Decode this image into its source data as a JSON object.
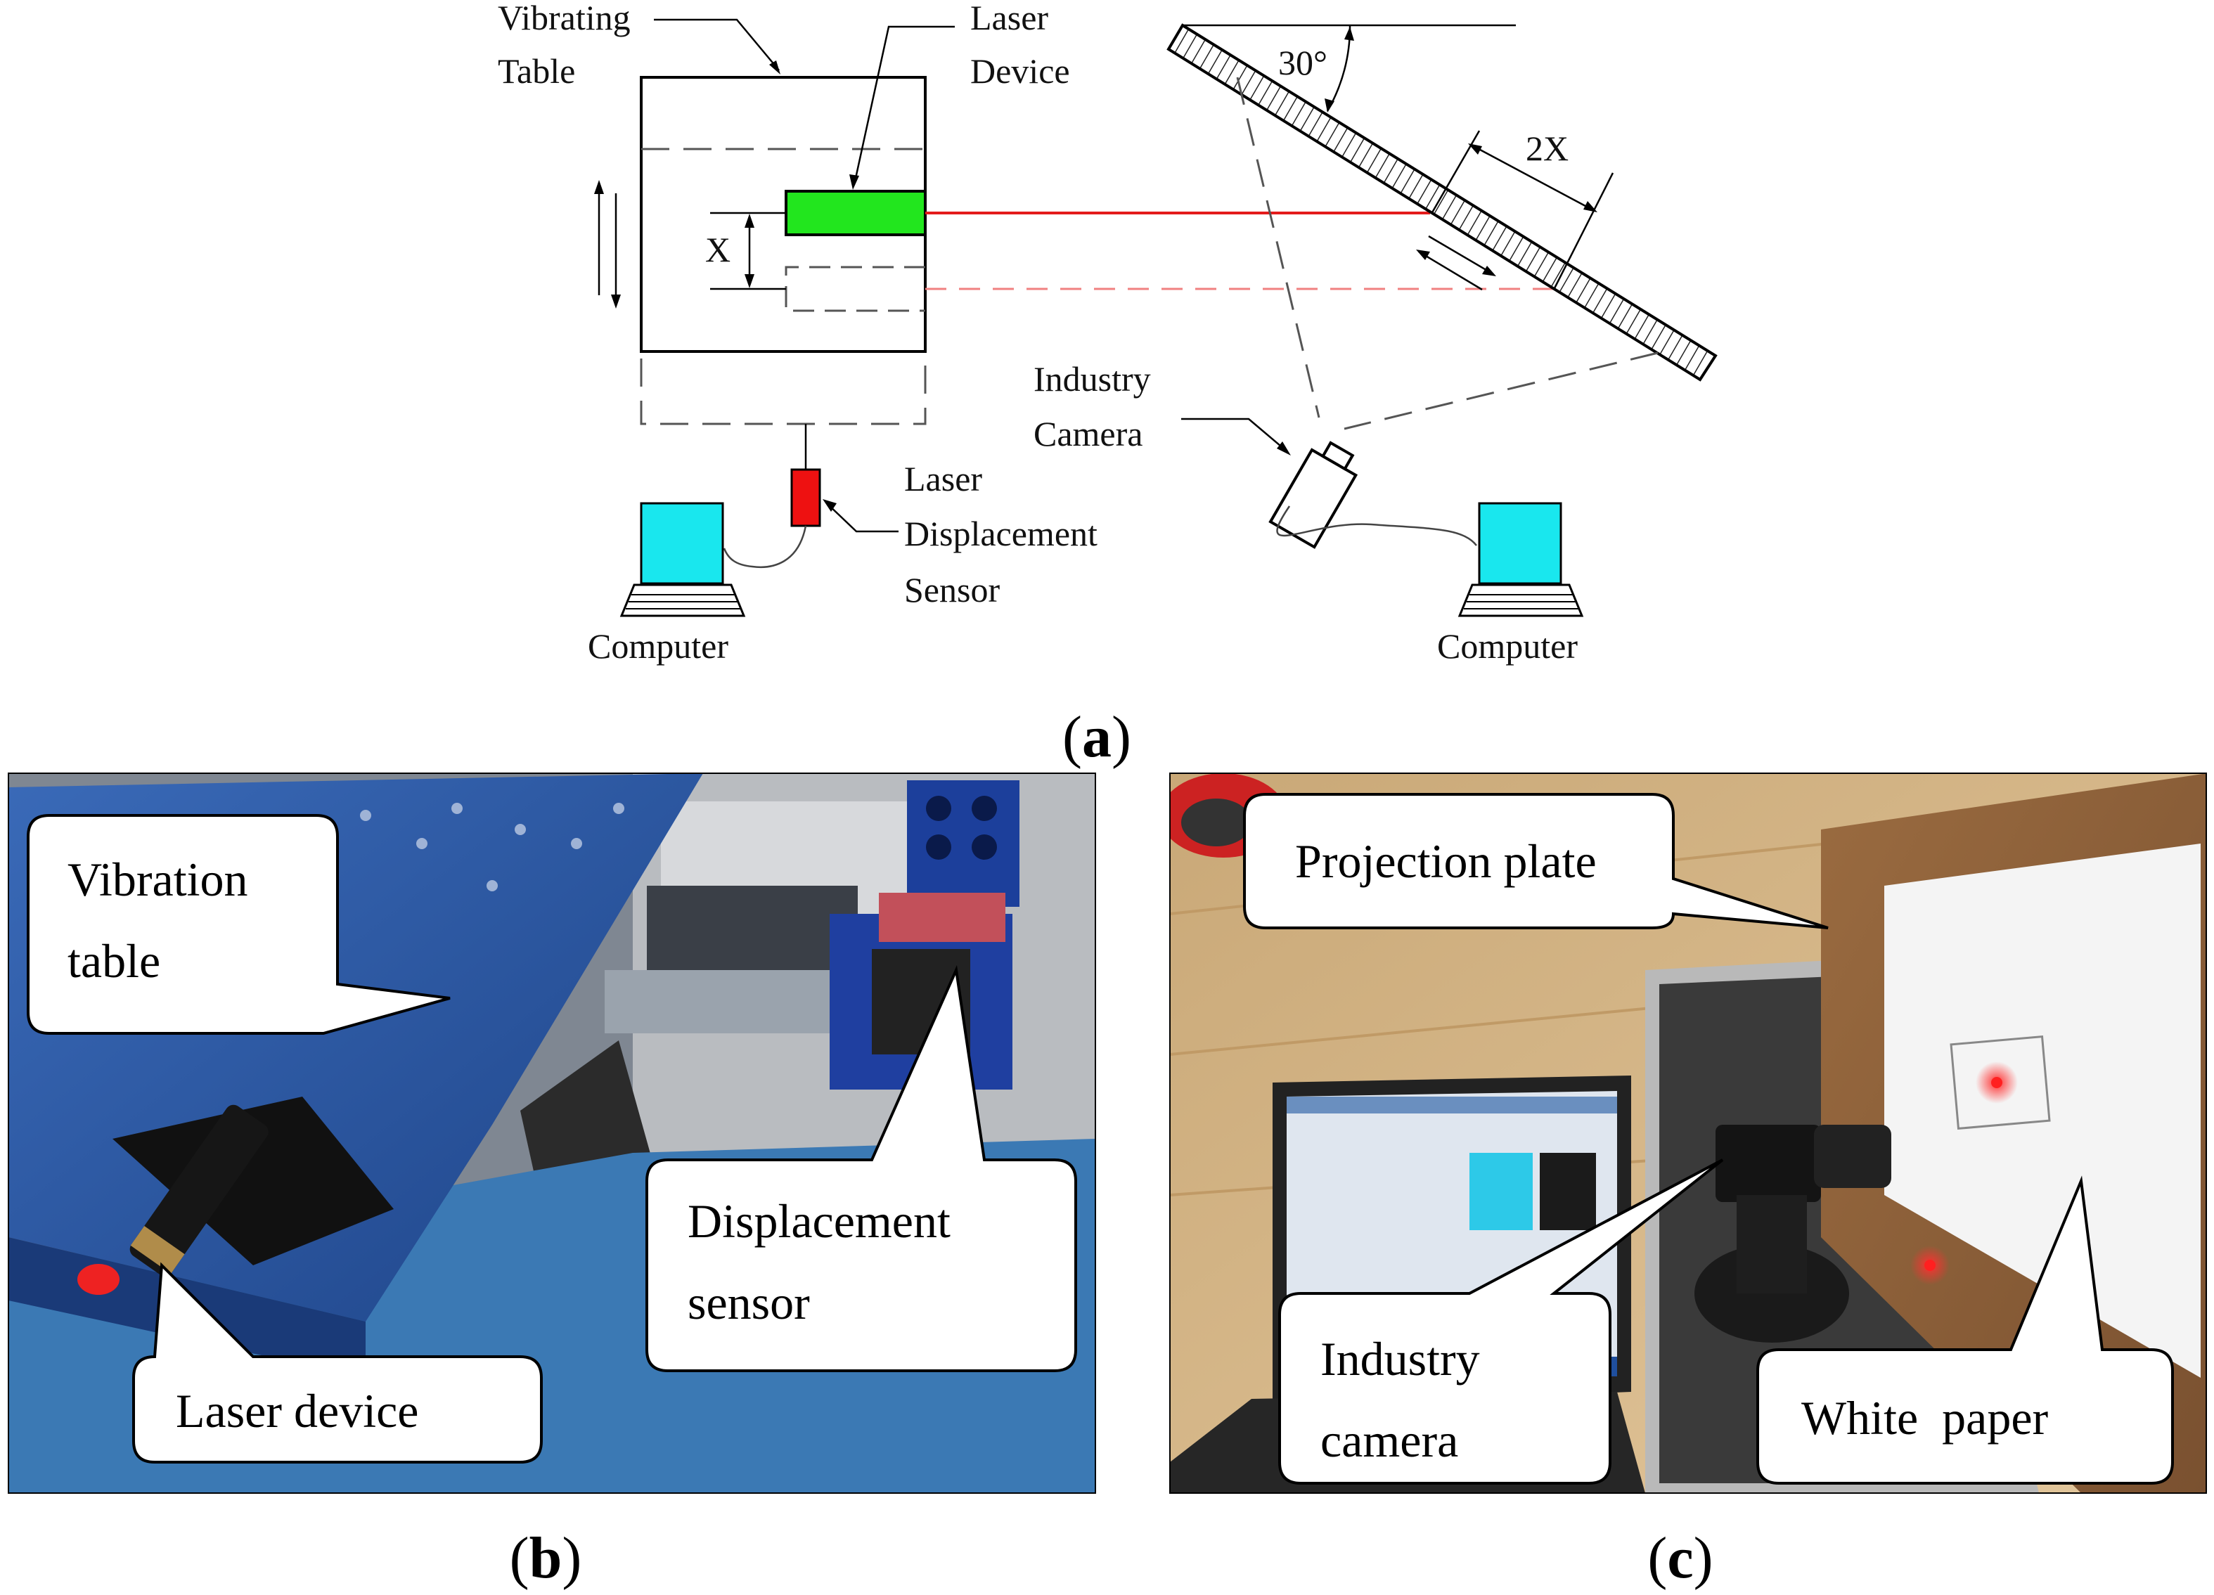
{
  "panel_a": {
    "vibrating_table_line1": "Vibrating",
    "vibrating_table_line2": "Table",
    "laser_device_line1": "Laser",
    "laser_device_line2": "Device",
    "x_label": "X",
    "angle_label": "30°",
    "two_x_label": "2X",
    "industry_camera_line1": "Industry",
    "industry_camera_line2": "Camera",
    "lds_line1": "Laser",
    "lds_line2": "Displacement",
    "lds_line3": "Sensor",
    "computer_left": "Computer",
    "computer_right": "Computer",
    "caption": "a"
  },
  "panel_b": {
    "vibration_table_line1": "Vibration",
    "vibration_table_line2": "table",
    "displacement_sensor_line1": "Displacement",
    "displacement_sensor_line2": "sensor",
    "laser_device": "Laser device",
    "caption": "b"
  },
  "panel_c": {
    "projection_plate": "Projection plate",
    "industry_camera_line1": "Industry",
    "industry_camera_line2": "camera",
    "white_paper": "White  paper",
    "caption": "c"
  },
  "colors": {
    "laser_device": "#22e61e",
    "sensor": "#ee1111",
    "laser_beam": "#e31b1b",
    "screen": "#19e7ee",
    "table_blue": "#2d5aa7",
    "floor": "#d8b88c"
  }
}
